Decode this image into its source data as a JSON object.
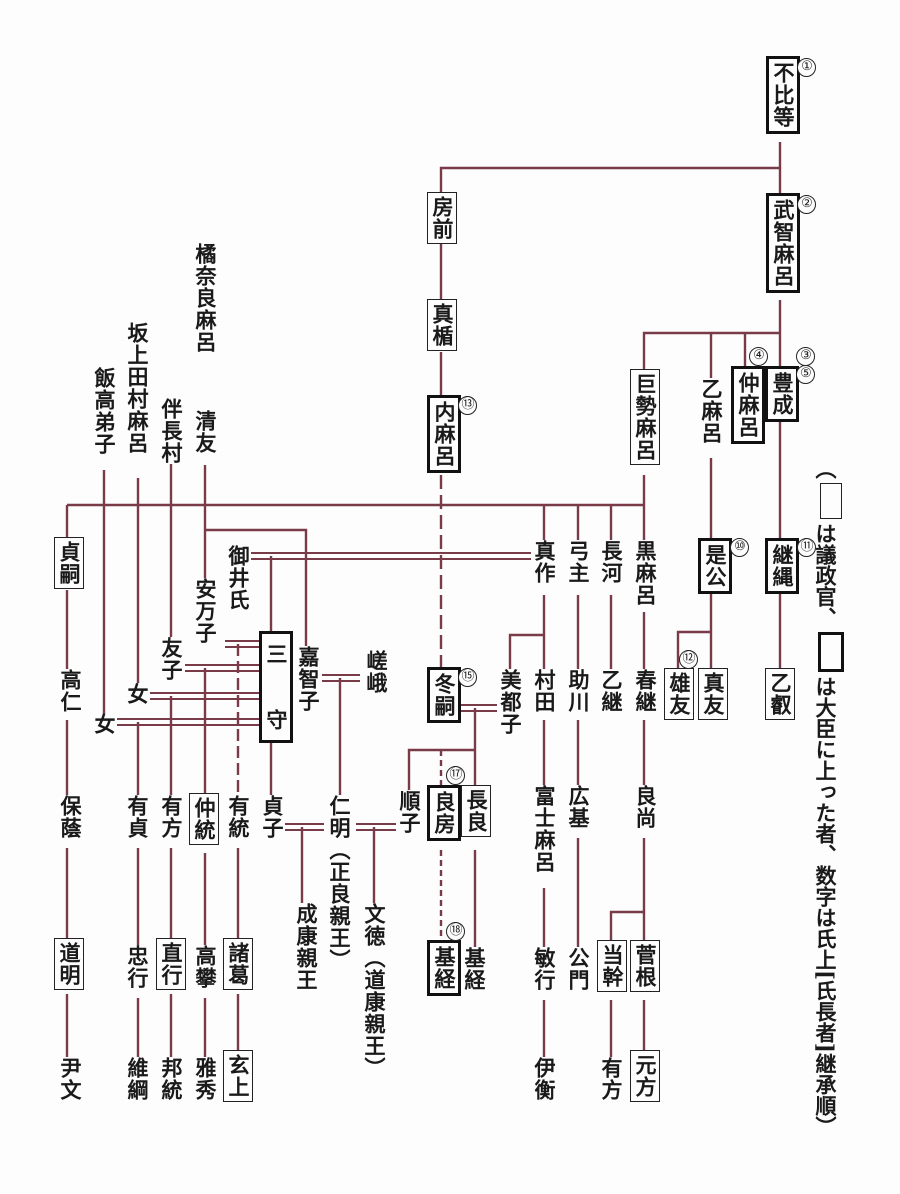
{
  "title": "藤原氏系図",
  "line_color": "#7a3b48",
  "legend": {
    "open_paren": "（",
    "thin_box_label": "は議政官、",
    "bold_box_label": "は大臣に上った者、数字は氏上[氏長者]継承順",
    "close_paren": "）"
  },
  "people": {
    "fuhito": {
      "name": "不比等",
      "box": "bold",
      "order": "①"
    },
    "muchimaro": {
      "name": "武智麻呂",
      "box": "bold",
      "order": "②"
    },
    "fusasaki": {
      "name": "房前",
      "box": "thin"
    },
    "matate": {
      "name": "真楯",
      "box": "thin"
    },
    "uchimaro": {
      "name": "内麻呂",
      "box": "bold",
      "order": "⑬"
    },
    "toyonari": {
      "name": "豊成",
      "box": "bold",
      "order": "③⑤"
    },
    "nakamaro": {
      "name": "仲麻呂",
      "box": "bold",
      "order": "④"
    },
    "otomaro": {
      "name": "乙麻呂",
      "box": "none"
    },
    "kosemaro": {
      "name": "巨勢麻呂",
      "box": "thin"
    },
    "korekimi": {
      "name": "是公",
      "box": "bold",
      "order": "⑩"
    },
    "tsugutada": {
      "name": "継縄",
      "box": "bold",
      "order": "⑪"
    },
    "otoei": {
      "name": "乙叡",
      "box": "thin"
    },
    "otomo_a": {
      "name": "雄友",
      "box": "thin",
      "order": "⑫"
    },
    "matomo": {
      "name": "真友",
      "box": "thin"
    },
    "kuromaro": {
      "name": "黒麻呂",
      "box": "none"
    },
    "nagakawa": {
      "name": "長河",
      "box": "none"
    },
    "yumimori": {
      "name": "弓主",
      "box": "none"
    },
    "masaka": {
      "name": "真作",
      "box": "none"
    },
    "harutsugu": {
      "name": "春継",
      "box": "none"
    },
    "ototsugu": {
      "name": "乙継",
      "box": "none"
    },
    "sukekawa": {
      "name": "助川",
      "box": "none"
    },
    "murata": {
      "name": "村田",
      "box": "none"
    },
    "mitsuko": {
      "name": "美都子",
      "box": "none"
    },
    "fuyutsugu": {
      "name": "冬嗣",
      "box": "bold",
      "order": "⑮"
    },
    "yoshinao": {
      "name": "良尚",
      "box": "none"
    },
    "hiromoto": {
      "name": "広基",
      "box": "none"
    },
    "fujimaro": {
      "name": "富士麻呂",
      "box": "none"
    },
    "nagara": {
      "name": "長良",
      "box": "thin"
    },
    "yoshifusa": {
      "name": "良房",
      "box": "bold",
      "order": "⑰"
    },
    "nobuko": {
      "name": "順子",
      "box": "none"
    },
    "sugane": {
      "name": "菅根",
      "box": "thin"
    },
    "masamoto": {
      "name": "当幹",
      "box": "thin"
    },
    "kimikado": {
      "name": "公門",
      "box": "none"
    },
    "toshiyuki": {
      "name": "敏行",
      "box": "none"
    },
    "mototsune_a": {
      "name": "基経",
      "box": "none"
    },
    "mototsune": {
      "name": "基経",
      "box": "bold",
      "order": "⑱"
    },
    "motokata": {
      "name": "元方",
      "box": "thin"
    },
    "arikata_b": {
      "name": "有方",
      "box": "none"
    },
    "korehira": {
      "name": "伊衡",
      "box": "none"
    },
    "tachibana_naramaro": {
      "name": "橘奈良麻呂",
      "box": "none"
    },
    "kiyotomo": {
      "name": "清友",
      "box": "none"
    },
    "sakanoue": {
      "name": "坂上田村麻呂",
      "box": "none"
    },
    "tomo_nagamura": {
      "name": "伴長村",
      "box": "none"
    },
    "iitaka_otoko": {
      "name": "飯高弟子",
      "box": "none"
    },
    "sadatsugu": {
      "name": "貞嗣",
      "box": "thin"
    },
    "mii": {
      "name": "御井氏",
      "box": "none"
    },
    "yasumaro_ko": {
      "name": "安万子",
      "box": "none"
    },
    "tomoko": {
      "name": "友子",
      "box": "none"
    },
    "onna1": {
      "name": "女",
      "box": "none"
    },
    "onna2": {
      "name": "女",
      "box": "none"
    },
    "mimori": {
      "name": "三　　守",
      "box": "bold"
    },
    "kachiko": {
      "name": "嘉智子",
      "box": "none"
    },
    "saga": {
      "name": "嵯峨",
      "box": "none"
    },
    "takahito": {
      "name": "高仁",
      "box": "none"
    },
    "yasukage": {
      "name": "保蔭",
      "box": "none"
    },
    "michiakira": {
      "name": "道明",
      "box": "thin"
    },
    "tadafumi": {
      "name": "尹文",
      "box": "none"
    },
    "arisada": {
      "name": "有貞",
      "box": "none"
    },
    "tadayuki": {
      "name": "忠行",
      "box": "none"
    },
    "koretsuna": {
      "name": "維綱",
      "box": "none"
    },
    "arikata": {
      "name": "有方",
      "box": "none"
    },
    "naoyuki": {
      "name": "直行",
      "box": "thin"
    },
    "kunimune": {
      "name": "邦統",
      "box": "none"
    },
    "nakamune": {
      "name": "仲統",
      "box": "thin"
    },
    "takamoto": {
      "name": "高攀",
      "box": "none"
    },
    "masahide": {
      "name": "雅秀",
      "box": "none"
    },
    "arimune": {
      "name": "有統",
      "box": "none"
    },
    "morokuzu": {
      "name": "諸葛",
      "box": "thin"
    },
    "genjo": {
      "name": "玄上",
      "box": "thin"
    },
    "sadako": {
      "name": "貞子",
      "box": "none"
    },
    "ninmyo": {
      "name": "仁明（正良親王）",
      "box": "none"
    },
    "nariyasu": {
      "name": "成康親王",
      "box": "none"
    },
    "montoku": {
      "name": "文徳（道康親王）",
      "box": "none"
    }
  }
}
